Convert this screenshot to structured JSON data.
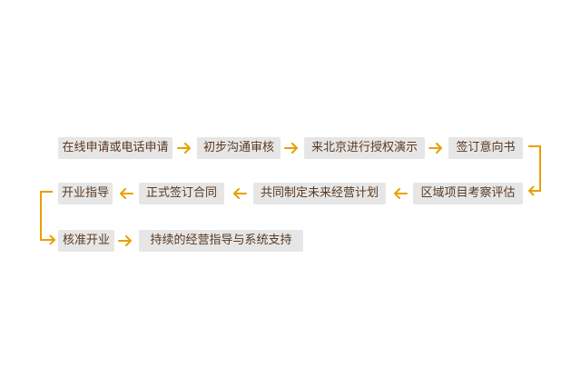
{
  "accent_color": "#e8a000",
  "steps": [
    {
      "label": "在线申请或电话申请"
    },
    {
      "label": "初步沟通审核"
    },
    {
      "label": "来北京进行授权演示"
    },
    {
      "label": "签订意向书"
    },
    {
      "label": "区域项目考察评估"
    },
    {
      "label": "共同制定未来经营计划"
    },
    {
      "label": "正式签订合同"
    },
    {
      "label": "开业指导"
    },
    {
      "label": "核准开业"
    },
    {
      "label": "持续的经营指导与系统支持"
    }
  ]
}
